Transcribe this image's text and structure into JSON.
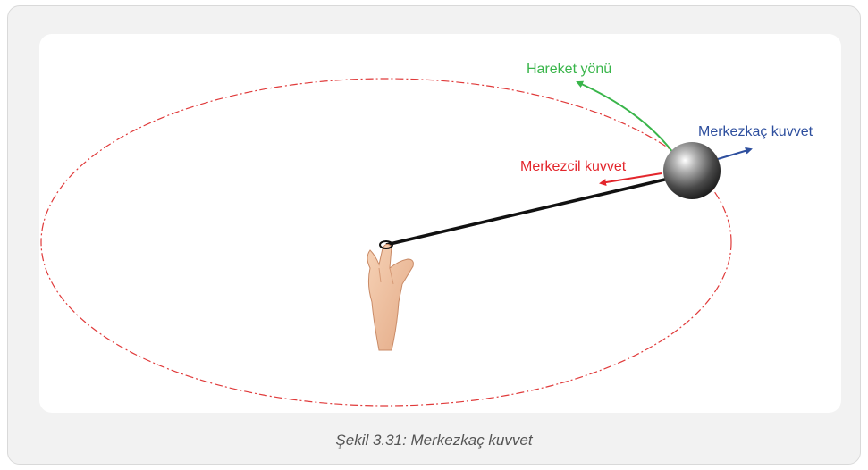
{
  "labels": {
    "motion_direction": "Hareket yönü",
    "centrifugal_force": "Merkezkaç kuvvet",
    "centripetal_force": "Merkezcil kuvvet"
  },
  "caption": "Şekil 3.31: Merkezkaç kuvvet",
  "colors": {
    "orbit": "#e03a3a",
    "motion_arrow": "#39b54a",
    "centrifugal_arrow": "#2e4f9e",
    "centripetal_arrow": "#e3262c",
    "string": "#111111",
    "ball": "#555555",
    "frame": "#f2f2f2"
  },
  "icons": [
    "hand-icon",
    "ball-icon"
  ]
}
